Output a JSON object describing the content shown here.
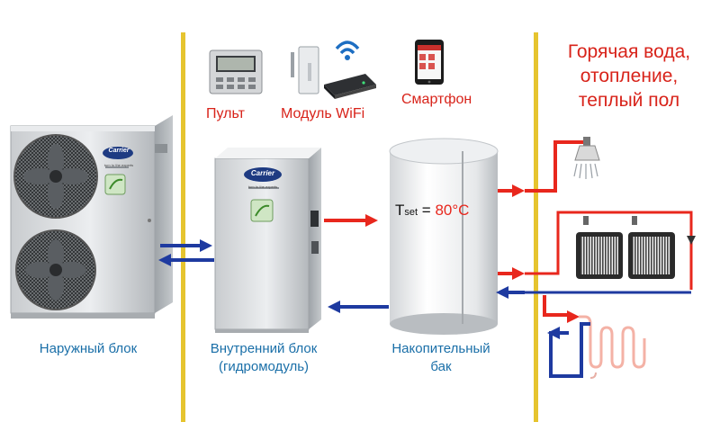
{
  "colors": {
    "hot": "#e8271d",
    "cold": "#1e3aa0",
    "partition": "#e6c42f",
    "label_blue": "#1a6fa8",
    "label_red": "#d8231a"
  },
  "labels": {
    "outdoor_unit": "Наружный блок",
    "indoor_unit_line1": "Внутренний блок",
    "indoor_unit_line2": "(гидромодуль)",
    "tank_line1": "Накопительный",
    "tank_line2": "бак",
    "remote": "Пульт",
    "wifi_module": "Модуль WiFi",
    "smartphone": "Смартфон",
    "outputs_line1": "Горячая вода,",
    "outputs_line2": "отопление,",
    "outputs_line3": "теплый пол"
  },
  "tank_setpoint": {
    "symbol": "T",
    "subscript": "set",
    "equals": " = ",
    "value": "80°C"
  },
  "brand": {
    "name": "Carrier",
    "tagline": "turn to the experts"
  },
  "icons": {
    "outdoor": "outdoor-unit-icon",
    "indoor": "indoor-unit-icon",
    "tank": "storage-tank-icon",
    "remote": "remote-controller-icon",
    "wifi": "wifi-router-icon",
    "phone": "smartphone-icon",
    "shower": "shower-head-icon",
    "radiator": "radiator-icon",
    "floor": "underfloor-heating-icon"
  }
}
